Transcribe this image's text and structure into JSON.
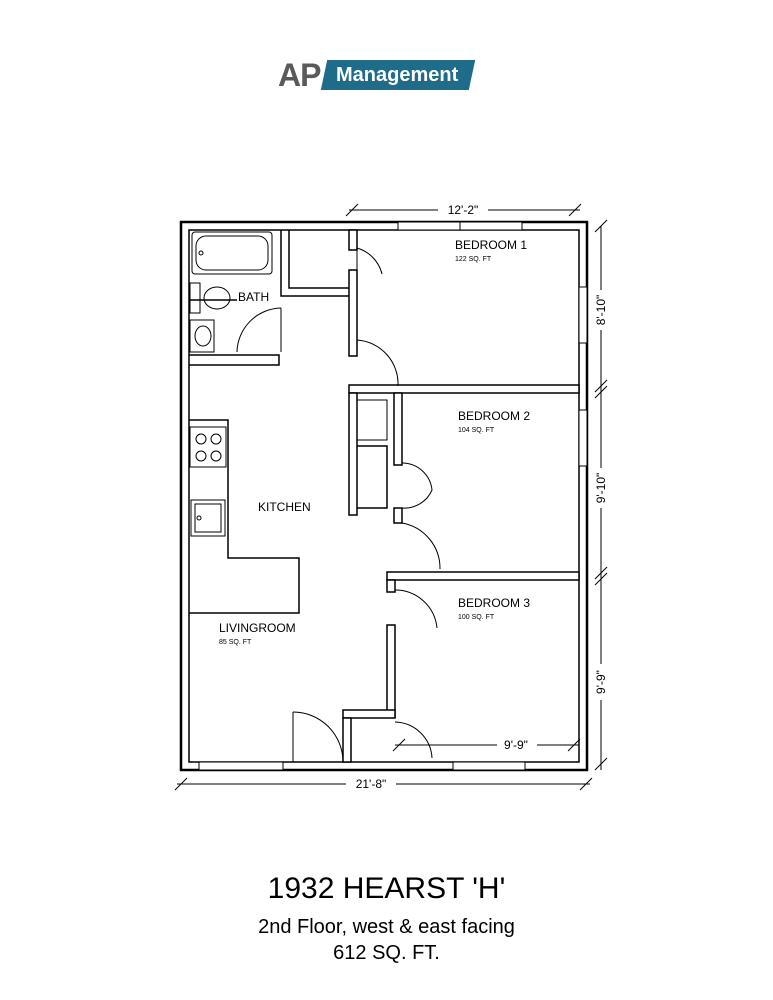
{
  "logo": {
    "prefix": "AP",
    "label": "Management",
    "color": "#1f6b8a"
  },
  "rooms": {
    "bedroom1": {
      "name": "BEDROOM 1",
      "area": "122 SQ. FT"
    },
    "bedroom2": {
      "name": "BEDROOM 2",
      "area": "104 SQ. FT"
    },
    "bedroom3": {
      "name": "BEDROOM 3",
      "area": "100 SQ. FT"
    },
    "bath": {
      "name": "BATH"
    },
    "kitchen": {
      "name": "KITCHEN"
    },
    "livingroom": {
      "name": "LIVINGROOM",
      "area": "85 SQ. FT"
    }
  },
  "dimensions": {
    "top": "12'-2\"",
    "bottom": "21'-8\"",
    "bedroom3_width": "9'-9\"",
    "right_1": "8'-10\"",
    "right_2": "9'-10\"",
    "right_3": "9'-9\""
  },
  "caption": {
    "title": "1932 HEARST 'H'",
    "subtitle": "2nd Floor, west & east facing",
    "area": "612 SQ. FT."
  }
}
